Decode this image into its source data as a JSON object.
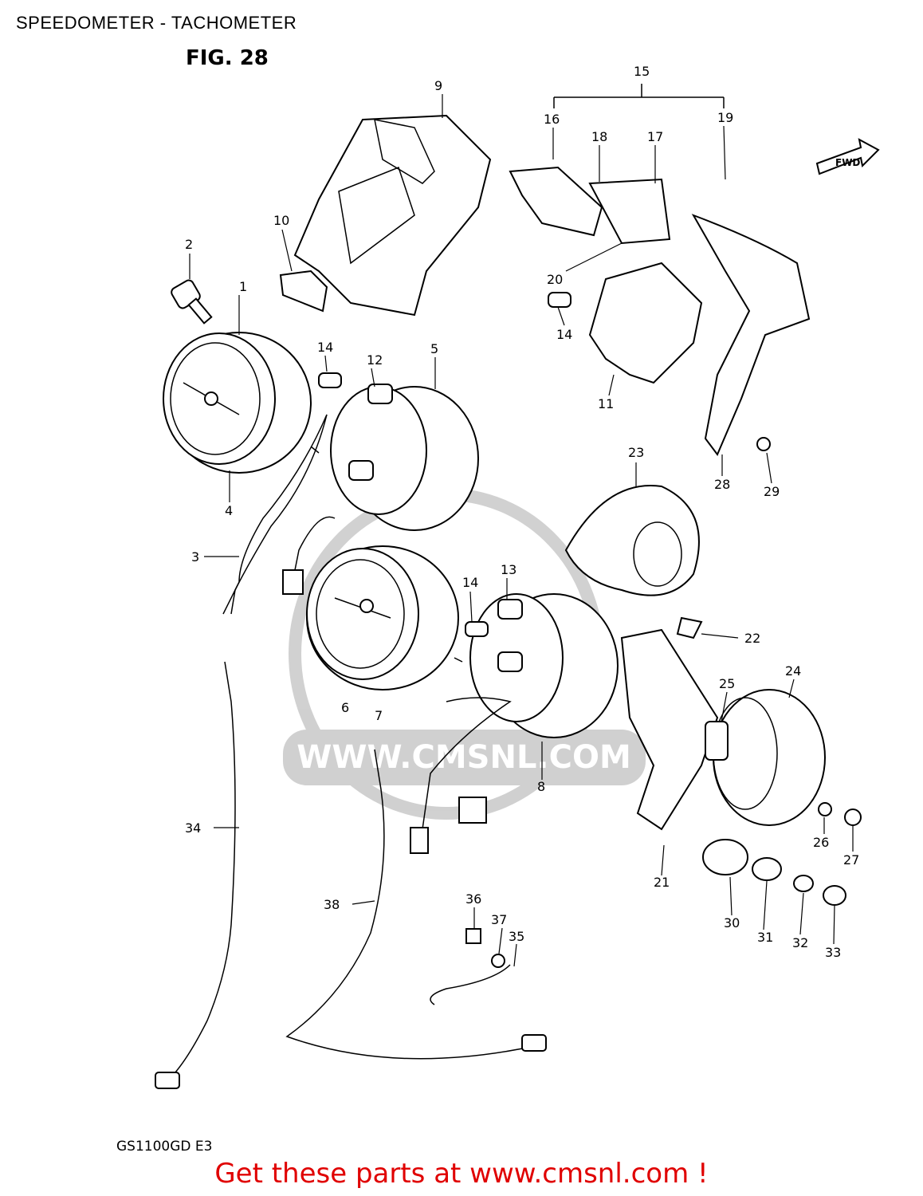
{
  "header": {
    "title": "SPEEDOMETER - TACHOMETER",
    "figure": "FIG. 28"
  },
  "diagram": {
    "callouts": [
      "1",
      "2",
      "3",
      "4",
      "5",
      "6",
      "7",
      "8",
      "9",
      "10",
      "11",
      "12",
      "13",
      "14",
      "14",
      "14",
      "15",
      "16",
      "17",
      "18",
      "19",
      "20",
      "21",
      "22",
      "23",
      "24",
      "25",
      "26",
      "27",
      "28",
      "29",
      "30",
      "31",
      "32",
      "33",
      "34",
      "35",
      "36",
      "37",
      "38"
    ],
    "direction_marker": "FWD",
    "watermark": "WWW.CMSNL.COM"
  },
  "footer": {
    "model": "GS1100GD E3",
    "link_text": "Get these parts at www.cmsnl.com !",
    "link_color": "#e00000"
  }
}
